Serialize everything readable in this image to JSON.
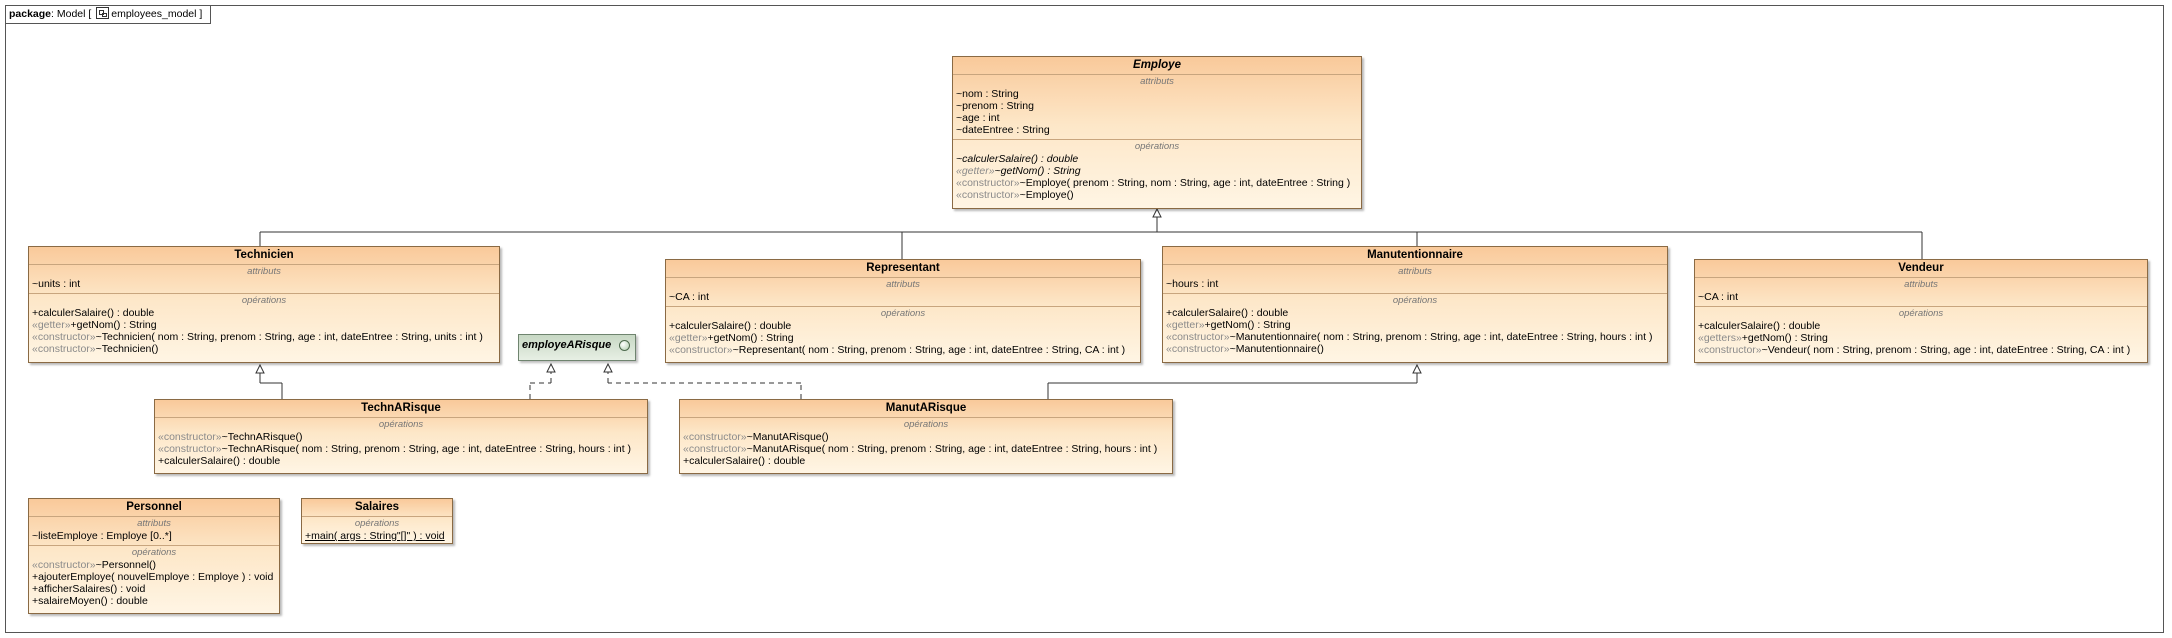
{
  "frame": {
    "keyword": "package",
    "label_before": ": Model [",
    "diagram_name": "employees_model",
    "label_after": "]"
  },
  "classes": {
    "employe": {
      "name": "Employe",
      "attr_title": "attributs",
      "attributes": [
        "~nom : String",
        "~prenom : String",
        "~age : int",
        "~dateEntree : String"
      ],
      "op_title": "opérations",
      "op1": "~calculerSalaire() : double",
      "op2_st": "«getter»",
      "op2": "~getNom() : String",
      "op3_st": "«constructor»",
      "op3": "~Employe( prenom : String, nom : String, age : int, dateEntree : String )",
      "op4_st": "«constructor»",
      "op4": "~Employe()"
    },
    "technicien": {
      "name": "Technicien",
      "attr_title": "attributs",
      "attr1": "~units : int",
      "op_title": "opérations",
      "op1": "+calculerSalaire() : double",
      "op2_st": "«getter»",
      "op2": "+getNom() : String",
      "op3_st": "«constructor»",
      "op3": "~Technicien( nom : String, prenom : String, age : int, dateEntree : String, units : int )",
      "op4_st": "«constructor»",
      "op4": "~Technicien()"
    },
    "representant": {
      "name": "Representant",
      "attr_title": "attributs",
      "attr1": "~CA : int",
      "op_title": "opérations",
      "op1": "+calculerSalaire() : double",
      "op2_st": "«getter»",
      "op2": "+getNom() : String",
      "op3_st": "«constructor»",
      "op3": "~Representant( nom : String, prenom : String, age : int, dateEntree : String, CA : int )"
    },
    "manutentionnaire": {
      "name": "Manutentionnaire",
      "attr_title": "attributs",
      "attr1": "~hours : int",
      "op_title": "opérations",
      "op1": "+calculerSalaire() : double",
      "op2_st": "«getter»",
      "op2": "+getNom() : String",
      "op3_st": "«constructor»",
      "op3": "~Manutentionnaire( nom : String, prenom : String, age : int, dateEntree : String, hours : int )",
      "op4_st": "«constructor»",
      "op4": "~Manutentionnaire()"
    },
    "vendeur": {
      "name": "Vendeur",
      "attr_title": "attributs",
      "attr1": "~CA : int",
      "op_title": "opérations",
      "op1": "+calculerSalaire() : double",
      "op2_st": "«getters»",
      "op2": "+getNom() : String",
      "op3_st": "«constructor»",
      "op3": "~Vendeur( nom : String, prenom : String, age : int, dateEntree : String, CA : int )"
    },
    "techarisque": {
      "name": "TechnARisque",
      "op_title": "opérations",
      "op1_st": "«constructor»",
      "op1": "~TechnARisque()",
      "op2_st": "«constructor»",
      "op2": "~TechnARisque( nom : String, prenom : String, age : int, dateEntree : String, hours : int )",
      "op3": "+calculerSalaire() : double"
    },
    "manutarisque": {
      "name": "ManutARisque",
      "op_title": "opérations",
      "op1_st": "«constructor»",
      "op1": "~ManutARisque()",
      "op2_st": "«constructor»",
      "op2": "~ManutARisque( nom : String, prenom : String, age : int, dateEntree : String, hours : int )",
      "op3": "+calculerSalaire() : double"
    },
    "personnel": {
      "name": "Personnel",
      "attr_title": "attributs",
      "attr1": "~listeEmploye : Employe [0..*]",
      "op_title": "opérations",
      "op1_st": "«constructor»",
      "op1": "~Personnel()",
      "op2": "+ajouterEmploye( nouvelEmploye : Employe ) : void",
      "op3": "+afficherSalaires() : void",
      "op4": "+salaireMoyen() : double"
    },
    "salaires": {
      "name": "Salaires",
      "op_title": "opérations",
      "op1": "+main( args : String\"[]\" ) : void"
    }
  },
  "interface": {
    "name": "employeARisque"
  },
  "colors": {
    "class_fill_top": "#f9c99a",
    "class_fill_bottom": "#fff5e4",
    "class_border": "#8a6a44",
    "interface_fill": "#c7d8c4",
    "stereotype_text": "#8b8b8b",
    "line": "#333333"
  }
}
